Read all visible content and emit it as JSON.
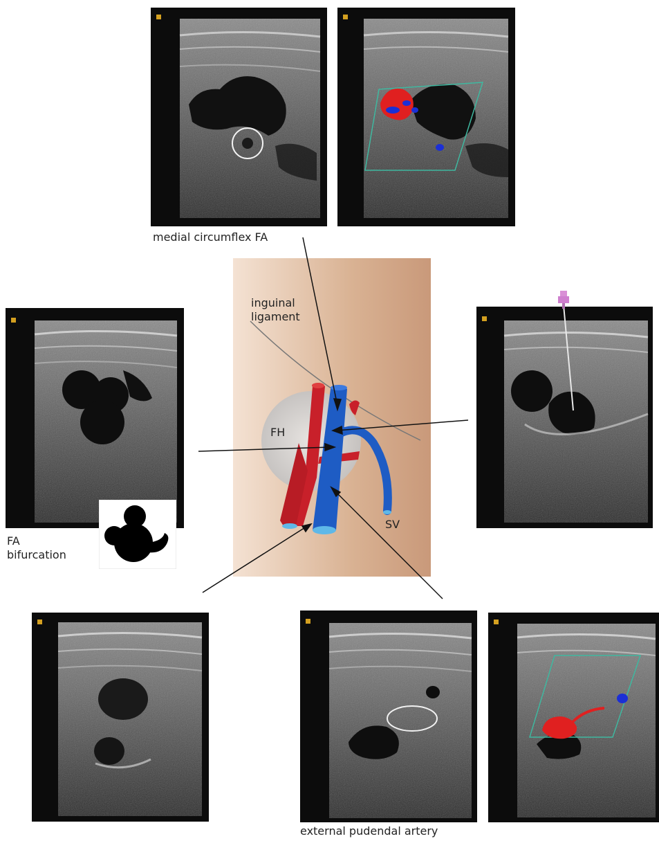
{
  "labels": {
    "medial_circumflex": "medial circumflex FA",
    "inguinal_line1": "inguinal",
    "inguinal_line2": "ligament",
    "fh": "FH",
    "sv": "SV",
    "fa_bif_line1": "FA",
    "fa_bif_line2": "bifurcation",
    "external_pudendal": "external pudendal artery"
  },
  "panels": [
    {
      "id": "top-left",
      "doppler": false,
      "annotation": "circle"
    },
    {
      "id": "top-right",
      "doppler": true,
      "annotation": "color-box"
    },
    {
      "id": "mid-left",
      "doppler": false,
      "annotation": "none"
    },
    {
      "id": "mid-right",
      "doppler": false,
      "annotation": "needle"
    },
    {
      "id": "bottom-left",
      "doppler": false,
      "annotation": "none"
    },
    {
      "id": "bottom-mid",
      "doppler": false,
      "annotation": "ellipse"
    },
    {
      "id": "bottom-right",
      "doppler": true,
      "annotation": "color-box"
    }
  ],
  "colors": {
    "artery": "#c8202a",
    "vein": "#1e5cc4",
    "flow_red": "#e02020",
    "flow_blue": "#1b2fd6",
    "doppler_box": "#3fb8a0",
    "panel_bg": "#0c0c0c",
    "tissue_bg": "#d9b59a"
  }
}
